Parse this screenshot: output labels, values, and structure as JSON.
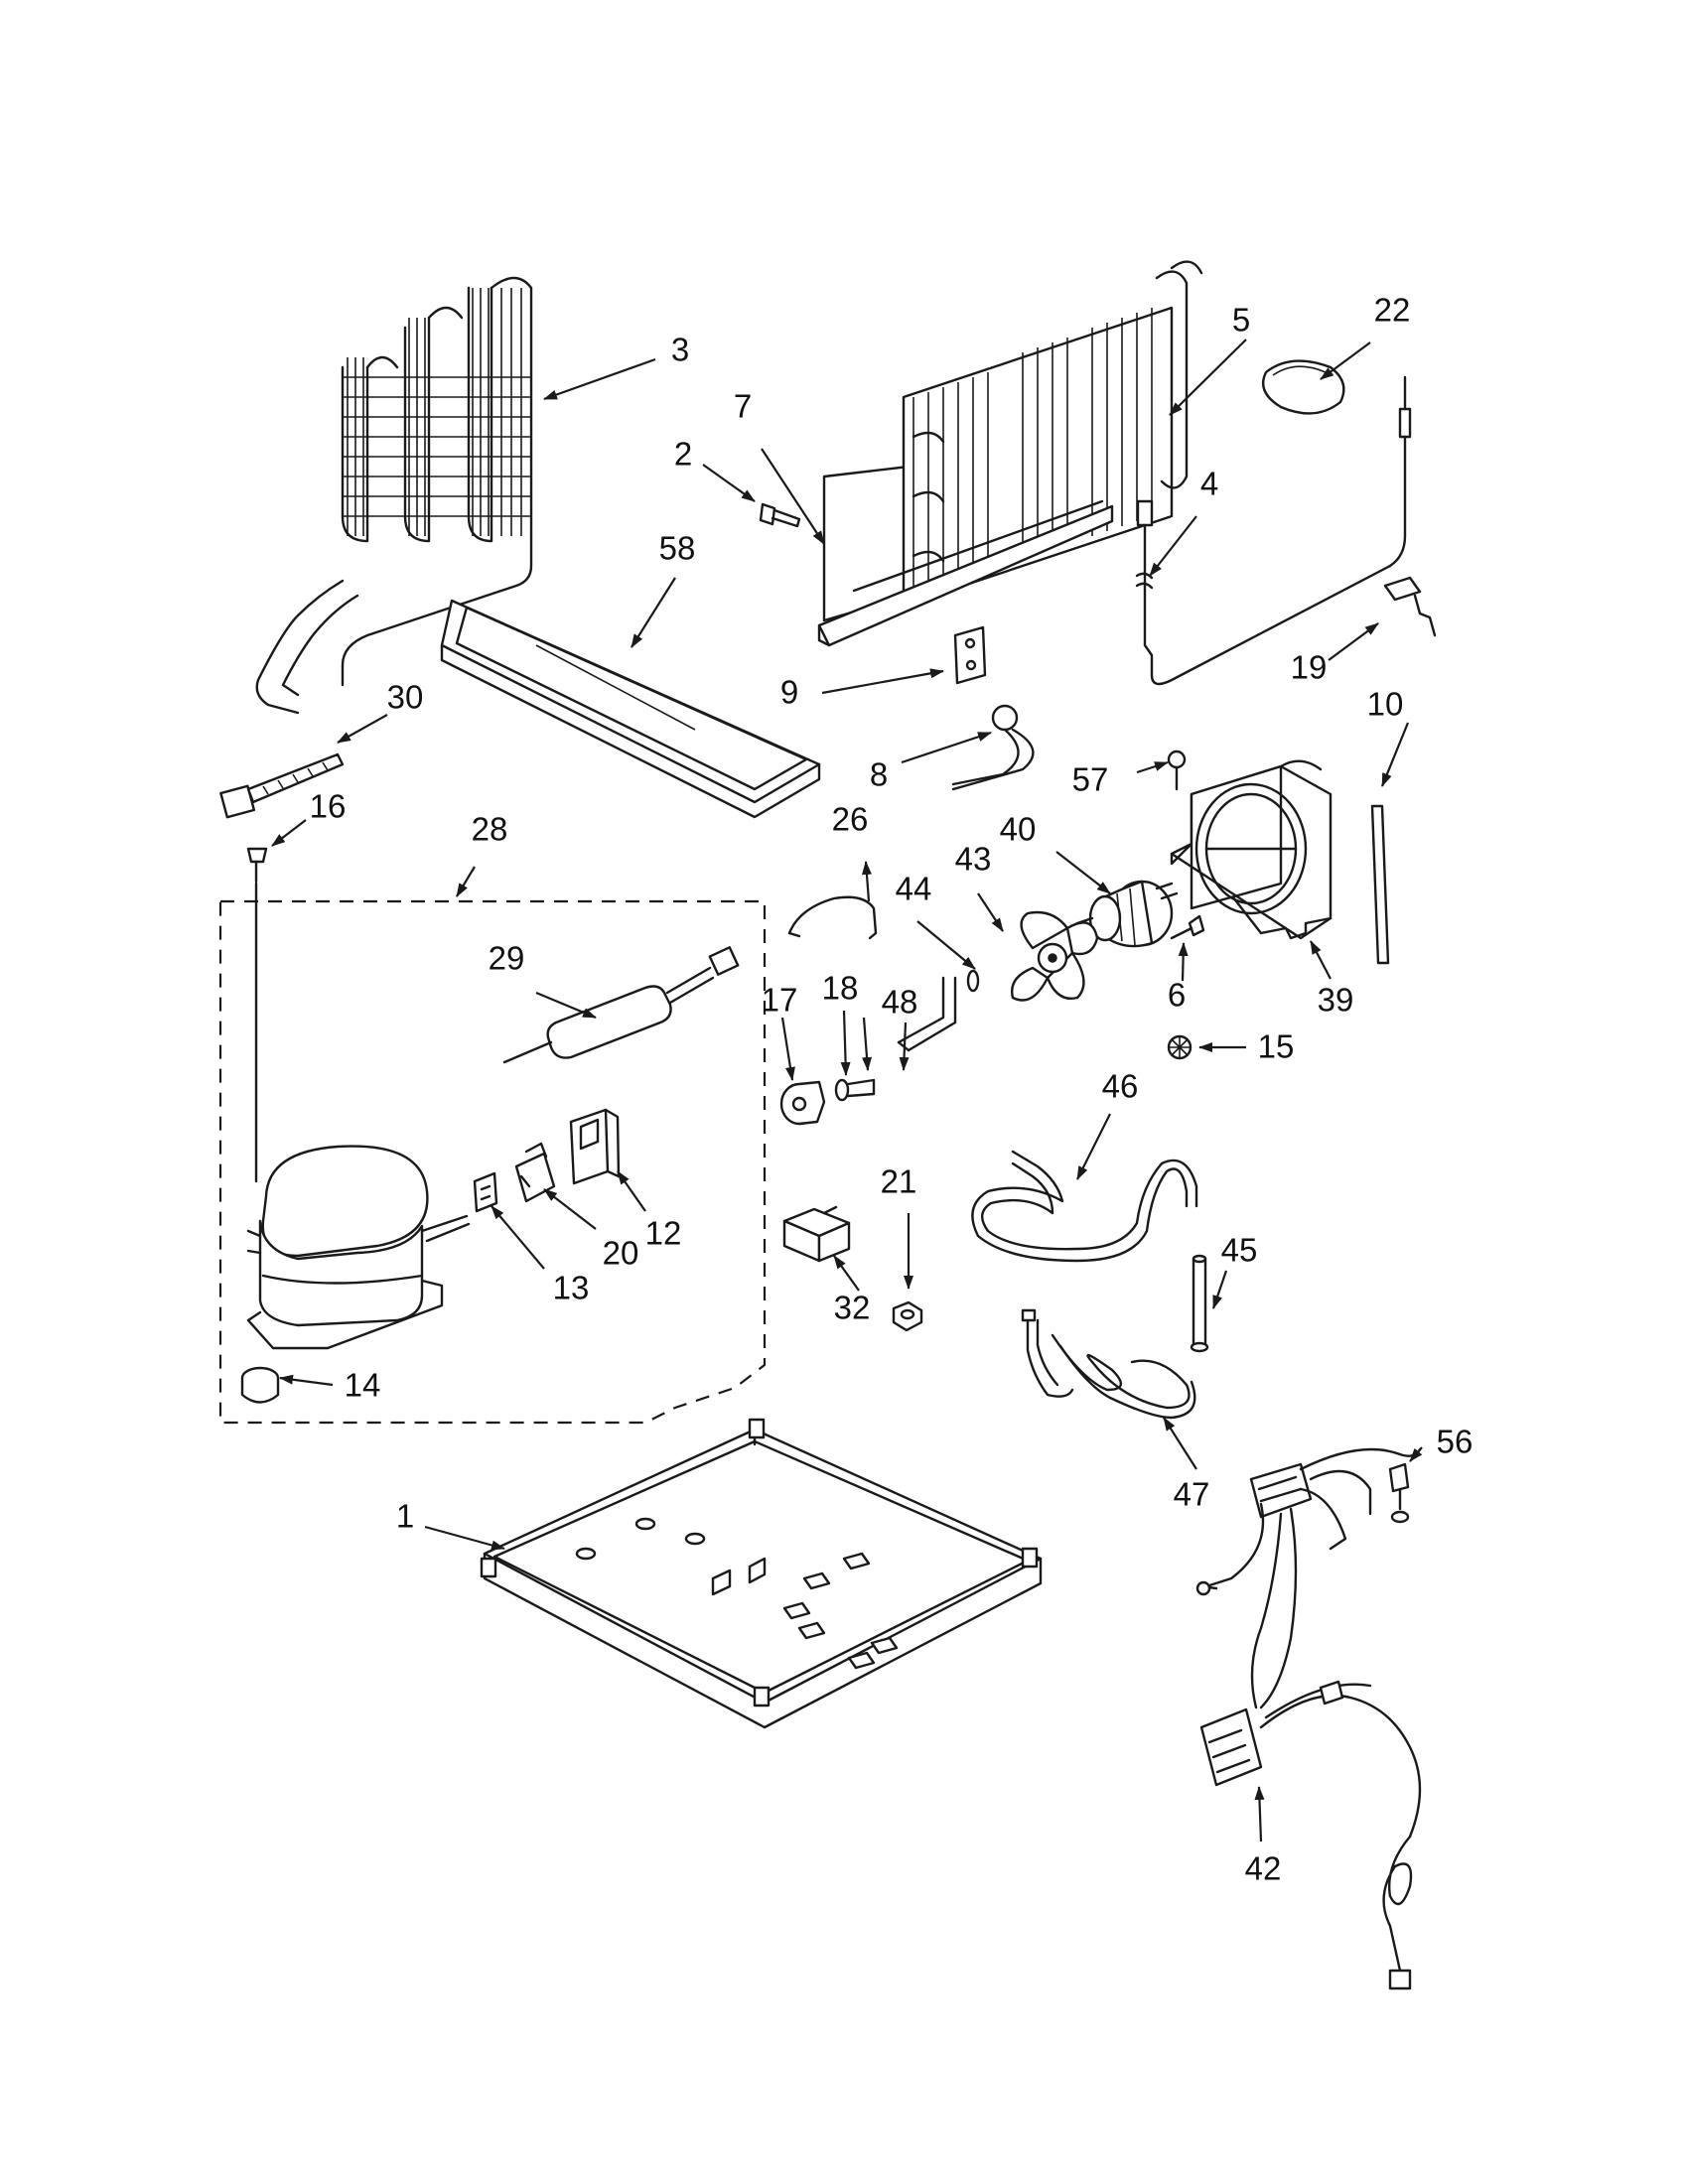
{
  "callouts": [
    {
      "id": "1",
      "text": "1"
    },
    {
      "id": "2",
      "text": "2"
    },
    {
      "id": "3",
      "text": "3"
    },
    {
      "id": "4",
      "text": "4"
    },
    {
      "id": "5",
      "text": "5"
    },
    {
      "id": "6",
      "text": "6"
    },
    {
      "id": "7",
      "text": "7"
    },
    {
      "id": "8",
      "text": "8"
    },
    {
      "id": "9",
      "text": "9"
    },
    {
      "id": "10",
      "text": "10"
    },
    {
      "id": "12",
      "text": "12"
    },
    {
      "id": "13",
      "text": "13"
    },
    {
      "id": "14",
      "text": "14"
    },
    {
      "id": "15",
      "text": "15"
    },
    {
      "id": "16",
      "text": "16"
    },
    {
      "id": "17",
      "text": "17"
    },
    {
      "id": "18",
      "text": "18"
    },
    {
      "id": "19",
      "text": "19"
    },
    {
      "id": "20",
      "text": "20"
    },
    {
      "id": "21",
      "text": "21"
    },
    {
      "id": "22",
      "text": "22"
    },
    {
      "id": "26",
      "text": "26"
    },
    {
      "id": "28",
      "text": "28"
    },
    {
      "id": "29",
      "text": "29"
    },
    {
      "id": "30",
      "text": "30"
    },
    {
      "id": "32",
      "text": "32"
    },
    {
      "id": "39",
      "text": "39"
    },
    {
      "id": "40",
      "text": "40"
    },
    {
      "id": "42",
      "text": "42"
    },
    {
      "id": "43",
      "text": "43"
    },
    {
      "id": "44",
      "text": "44"
    },
    {
      "id": "45",
      "text": "45"
    },
    {
      "id": "46",
      "text": "46"
    },
    {
      "id": "47",
      "text": "47"
    },
    {
      "id": "48",
      "text": "48"
    },
    {
      "id": "56",
      "text": "56"
    },
    {
      "id": "57",
      "text": "57"
    },
    {
      "id": "58",
      "text": "58"
    }
  ]
}
